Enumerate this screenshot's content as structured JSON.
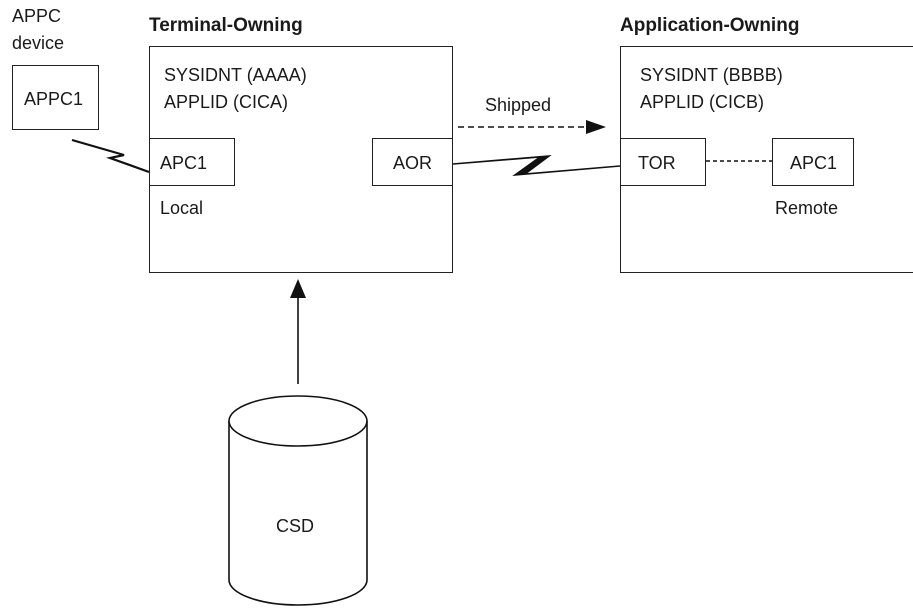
{
  "device": {
    "label_line1": "APPC",
    "label_line2": "device",
    "box_label": "APPC1"
  },
  "terminal_owning": {
    "title": "Terminal-Owning",
    "sysidnt": "SYSIDNT (AAAA)",
    "applid": "APPLID (CICA)",
    "local_terminal": "APC1",
    "local_caption": "Local",
    "connection": "AOR"
  },
  "application_owning": {
    "title": "Application-Owning",
    "sysidnt": "SYSIDNT (BBBB)",
    "applid": "APPLID (CICB)",
    "connection": "TOR",
    "remote_terminal": "APC1",
    "remote_caption": "Remote"
  },
  "shipped_label": "Shipped",
  "csd_label": "CSD"
}
